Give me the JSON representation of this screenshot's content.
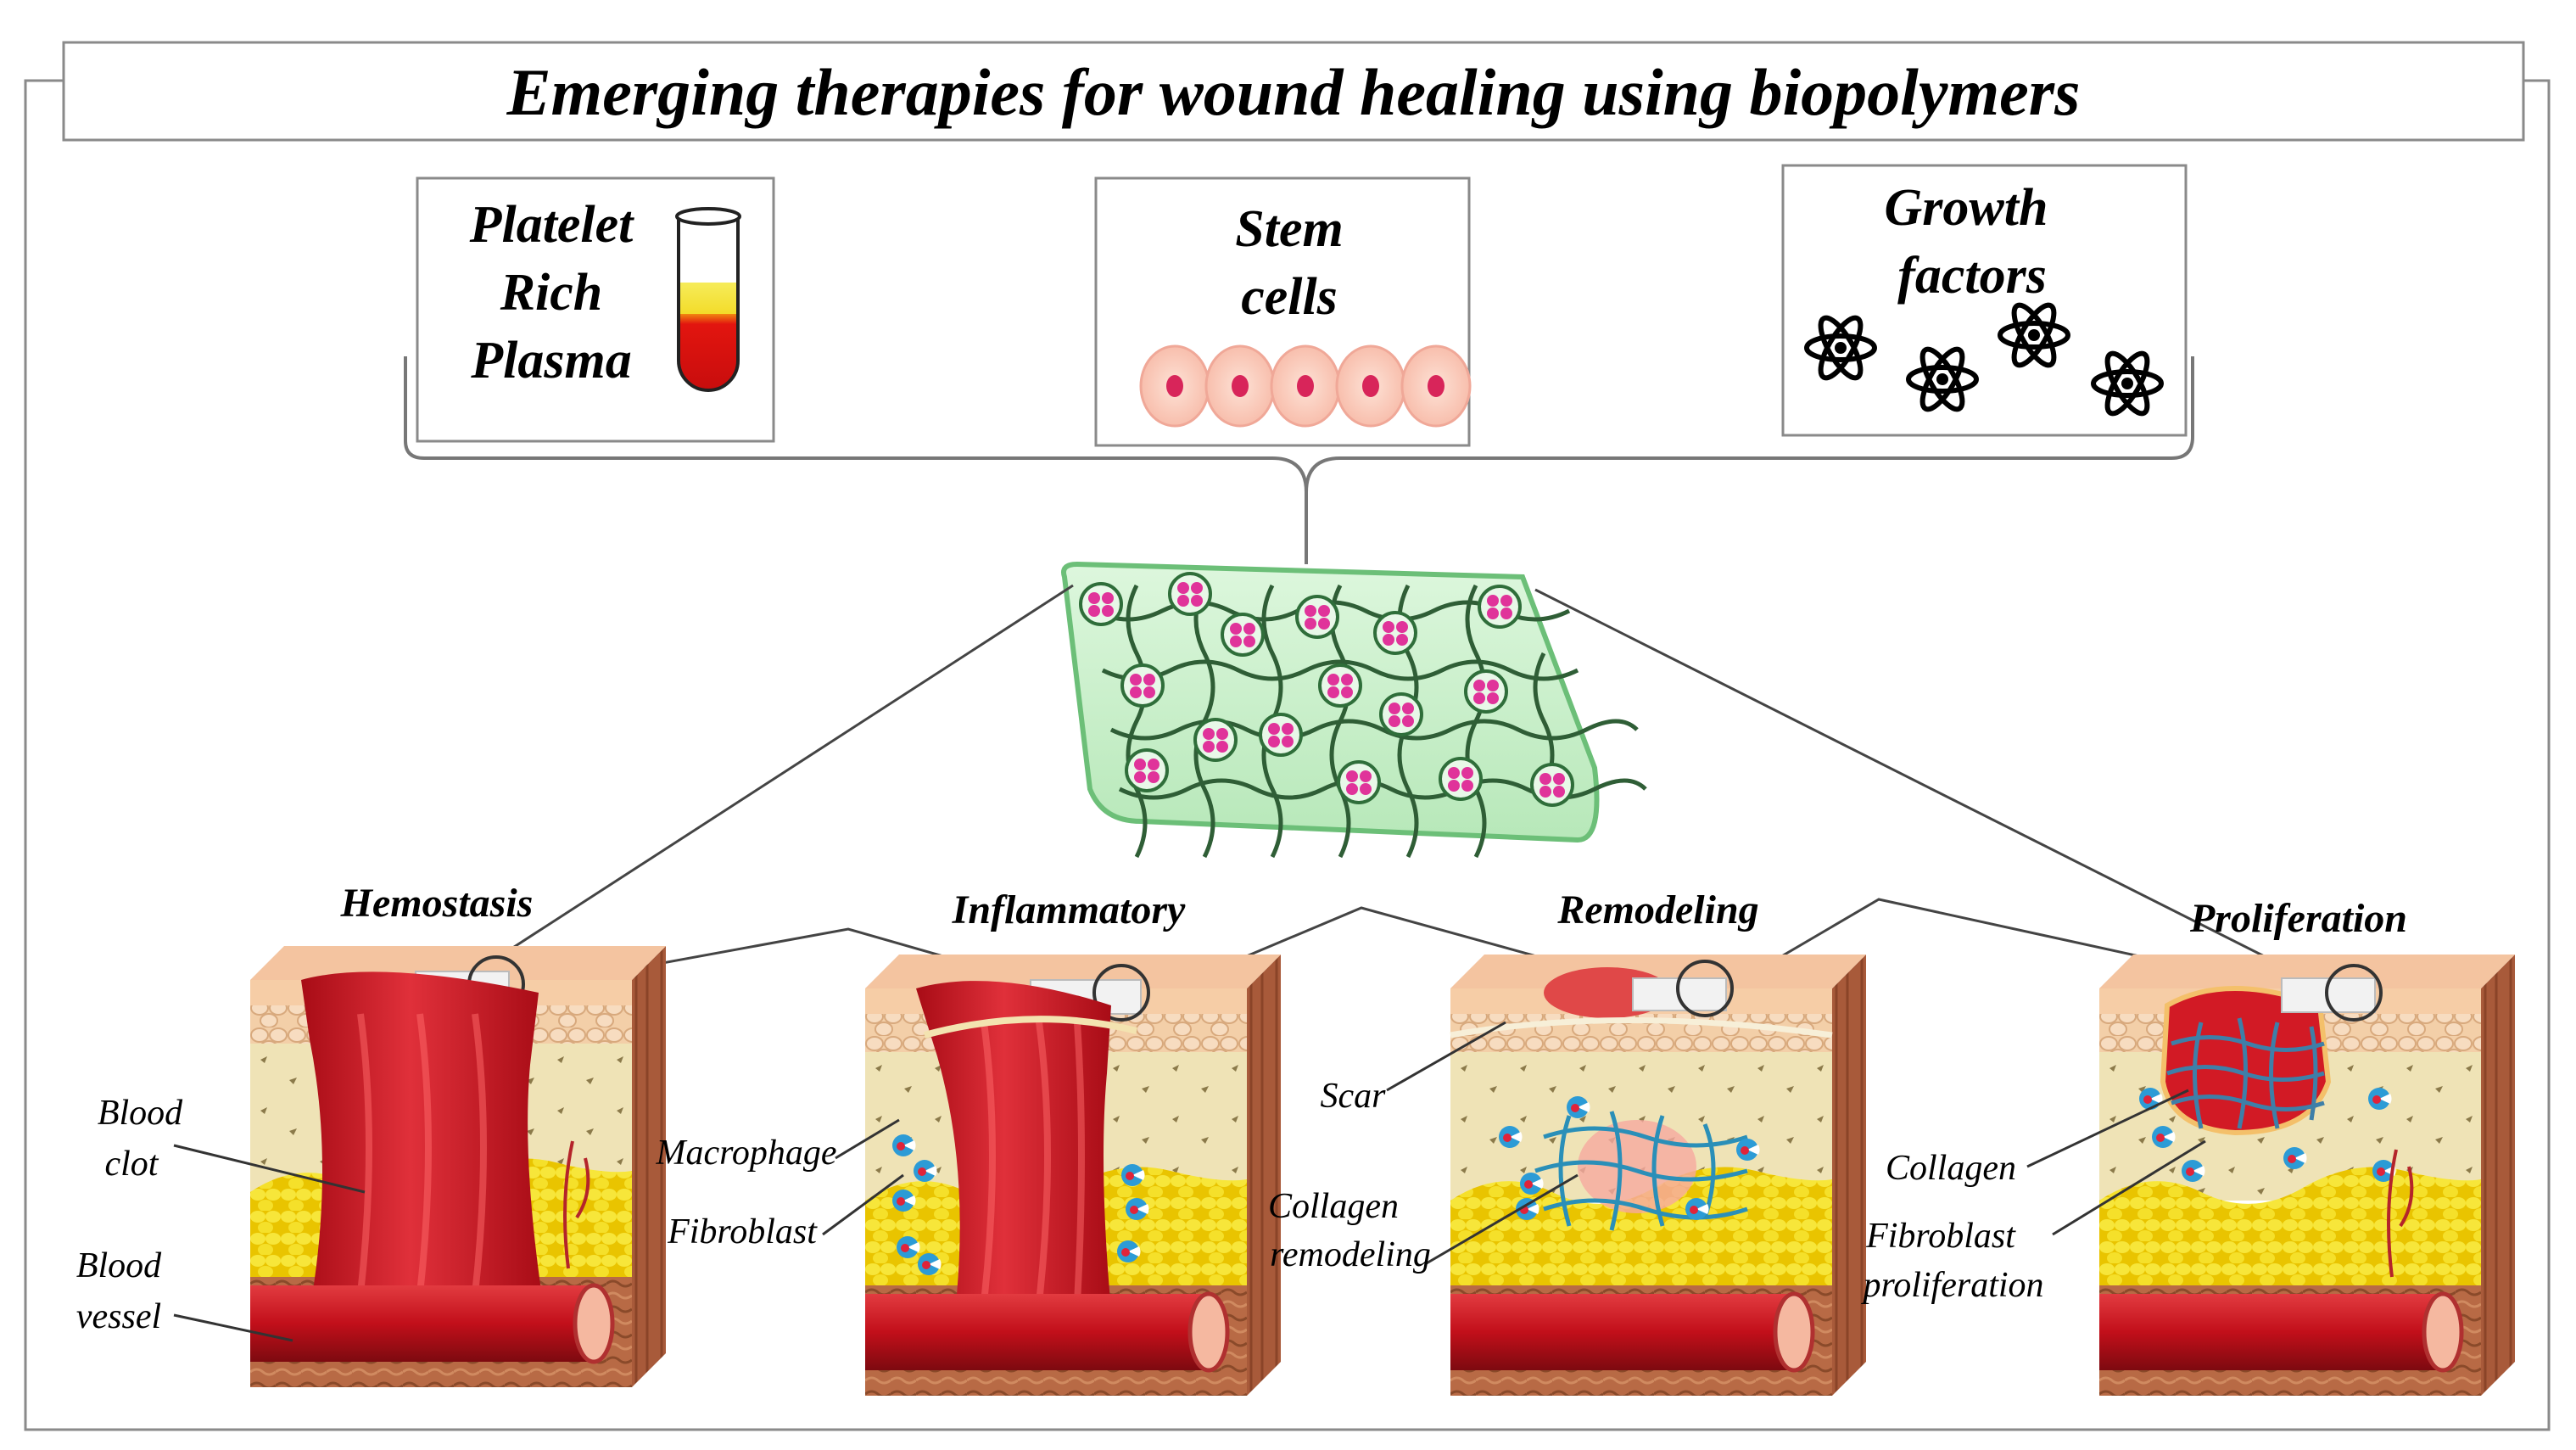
{
  "title": "Emerging therapies for wound healing using biopolymers",
  "therapies": {
    "prp": [
      "Platelet",
      "Rich",
      "Plasma"
    ],
    "stem": [
      "Stem",
      "cells"
    ],
    "growth": [
      "Growth",
      "factors"
    ]
  },
  "phases": [
    "Hemostasis",
    "Inflammatory",
    "Remodeling",
    "Proliferation"
  ],
  "labels": {
    "blood_clot": [
      "Blood",
      "clot"
    ],
    "blood_vessel": [
      "Blood",
      "vessel"
    ],
    "macrophage": "Macrophage",
    "fibroblast": "Fibroblast",
    "scar": "Scar",
    "collagen_remodeling": [
      "Collagen",
      "remodeling"
    ],
    "collagen": "Collagen",
    "fibroblast_proliferation": [
      "Fibroblast",
      "proliferation"
    ]
  },
  "colors": {
    "blood": "#c9111e",
    "hydrogel": "#c9efc9",
    "fat": "#f2e21a",
    "dermis": "#efe3b6",
    "epidermis": "#f6cda6",
    "cell_dot": "#e0339a",
    "collagen": "#3aa0c8"
  }
}
